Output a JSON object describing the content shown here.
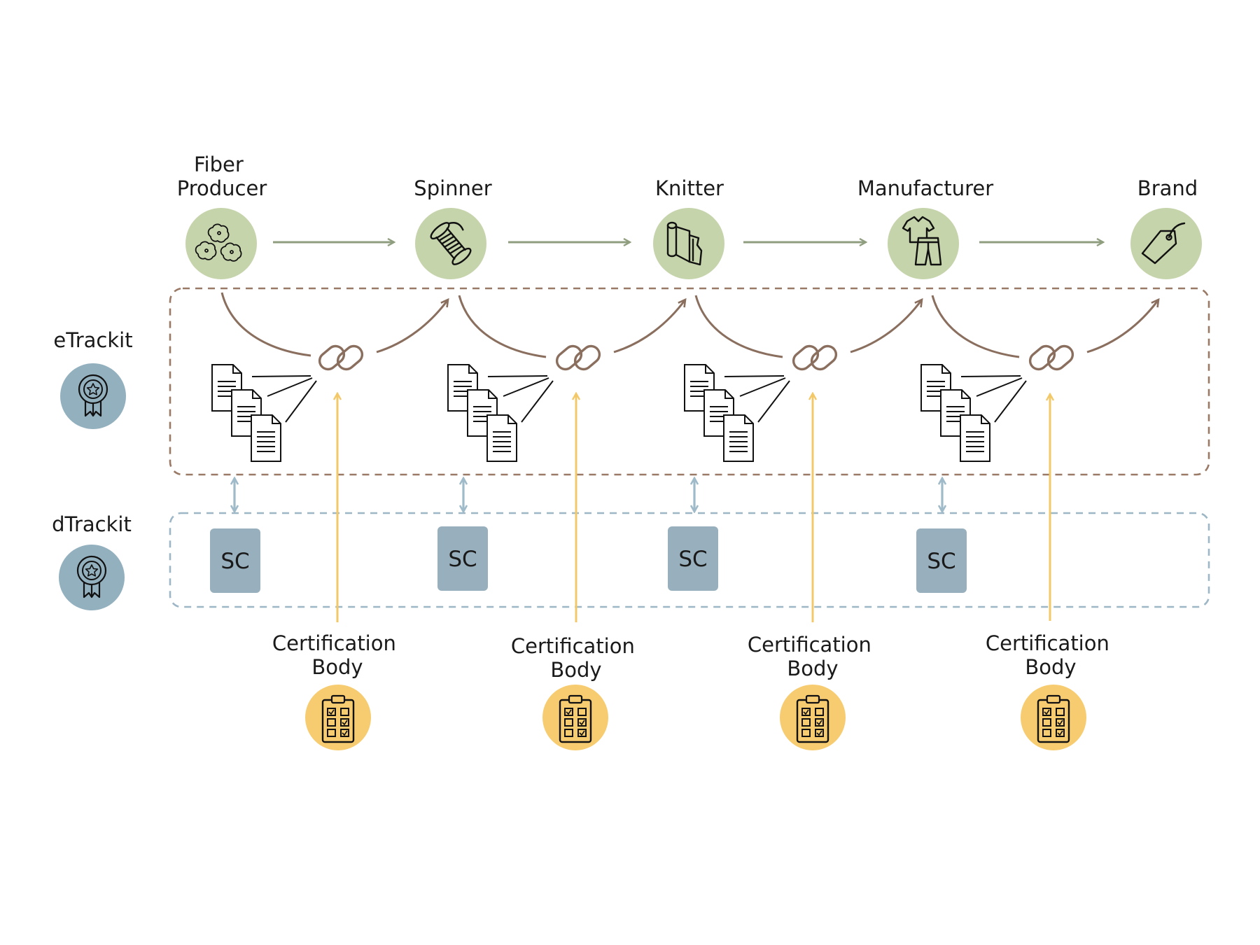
{
  "stages": [
    {
      "label_lines": [
        "Fiber",
        "Producer"
      ],
      "icon": "cotton-icon"
    },
    {
      "label_lines": [
        "Spinner"
      ],
      "icon": "spool-icon"
    },
    {
      "label_lines": [
        "Knitter"
      ],
      "icon": "fabric-roll-icon"
    },
    {
      "label_lines": [
        "Manufacturer"
      ],
      "icon": "garment-icon"
    },
    {
      "label_lines": [
        "Brand"
      ],
      "icon": "tag-icon"
    }
  ],
  "layers": [
    {
      "label": "eTrackit",
      "icon": "award-badge-icon"
    },
    {
      "label": "dTrackit",
      "icon": "award-badge-icon"
    }
  ],
  "smart_contracts": [
    "SC",
    "SC",
    "SC",
    "SC"
  ],
  "certification_bodies": [
    {
      "label_lines": [
        "Certification",
        "Body"
      ],
      "icon": "clipboard-checklist-icon"
    },
    {
      "label_lines": [
        "Certification",
        "Body"
      ],
      "icon": "clipboard-checklist-icon"
    },
    {
      "label_lines": [
        "Certification",
        "Body"
      ],
      "icon": "clipboard-checklist-icon"
    },
    {
      "label_lines": [
        "Certification",
        "Body"
      ],
      "icon": "clipboard-checklist-icon"
    }
  ],
  "colors": {
    "stage_circle": "#c5d4ab",
    "stage_arrow": "#8f9e7f",
    "etrackit_border": "#9a7a66",
    "etrackit_arrow": "#8a6e5e",
    "dtrackit_border": "#9db7c6",
    "double_arrow": "#9fbac8",
    "layer_circle": "#93b0bf",
    "sc_box": "#98b0bd",
    "cert_circle": "#f7cc70",
    "cert_arrow": "#f3c868"
  }
}
